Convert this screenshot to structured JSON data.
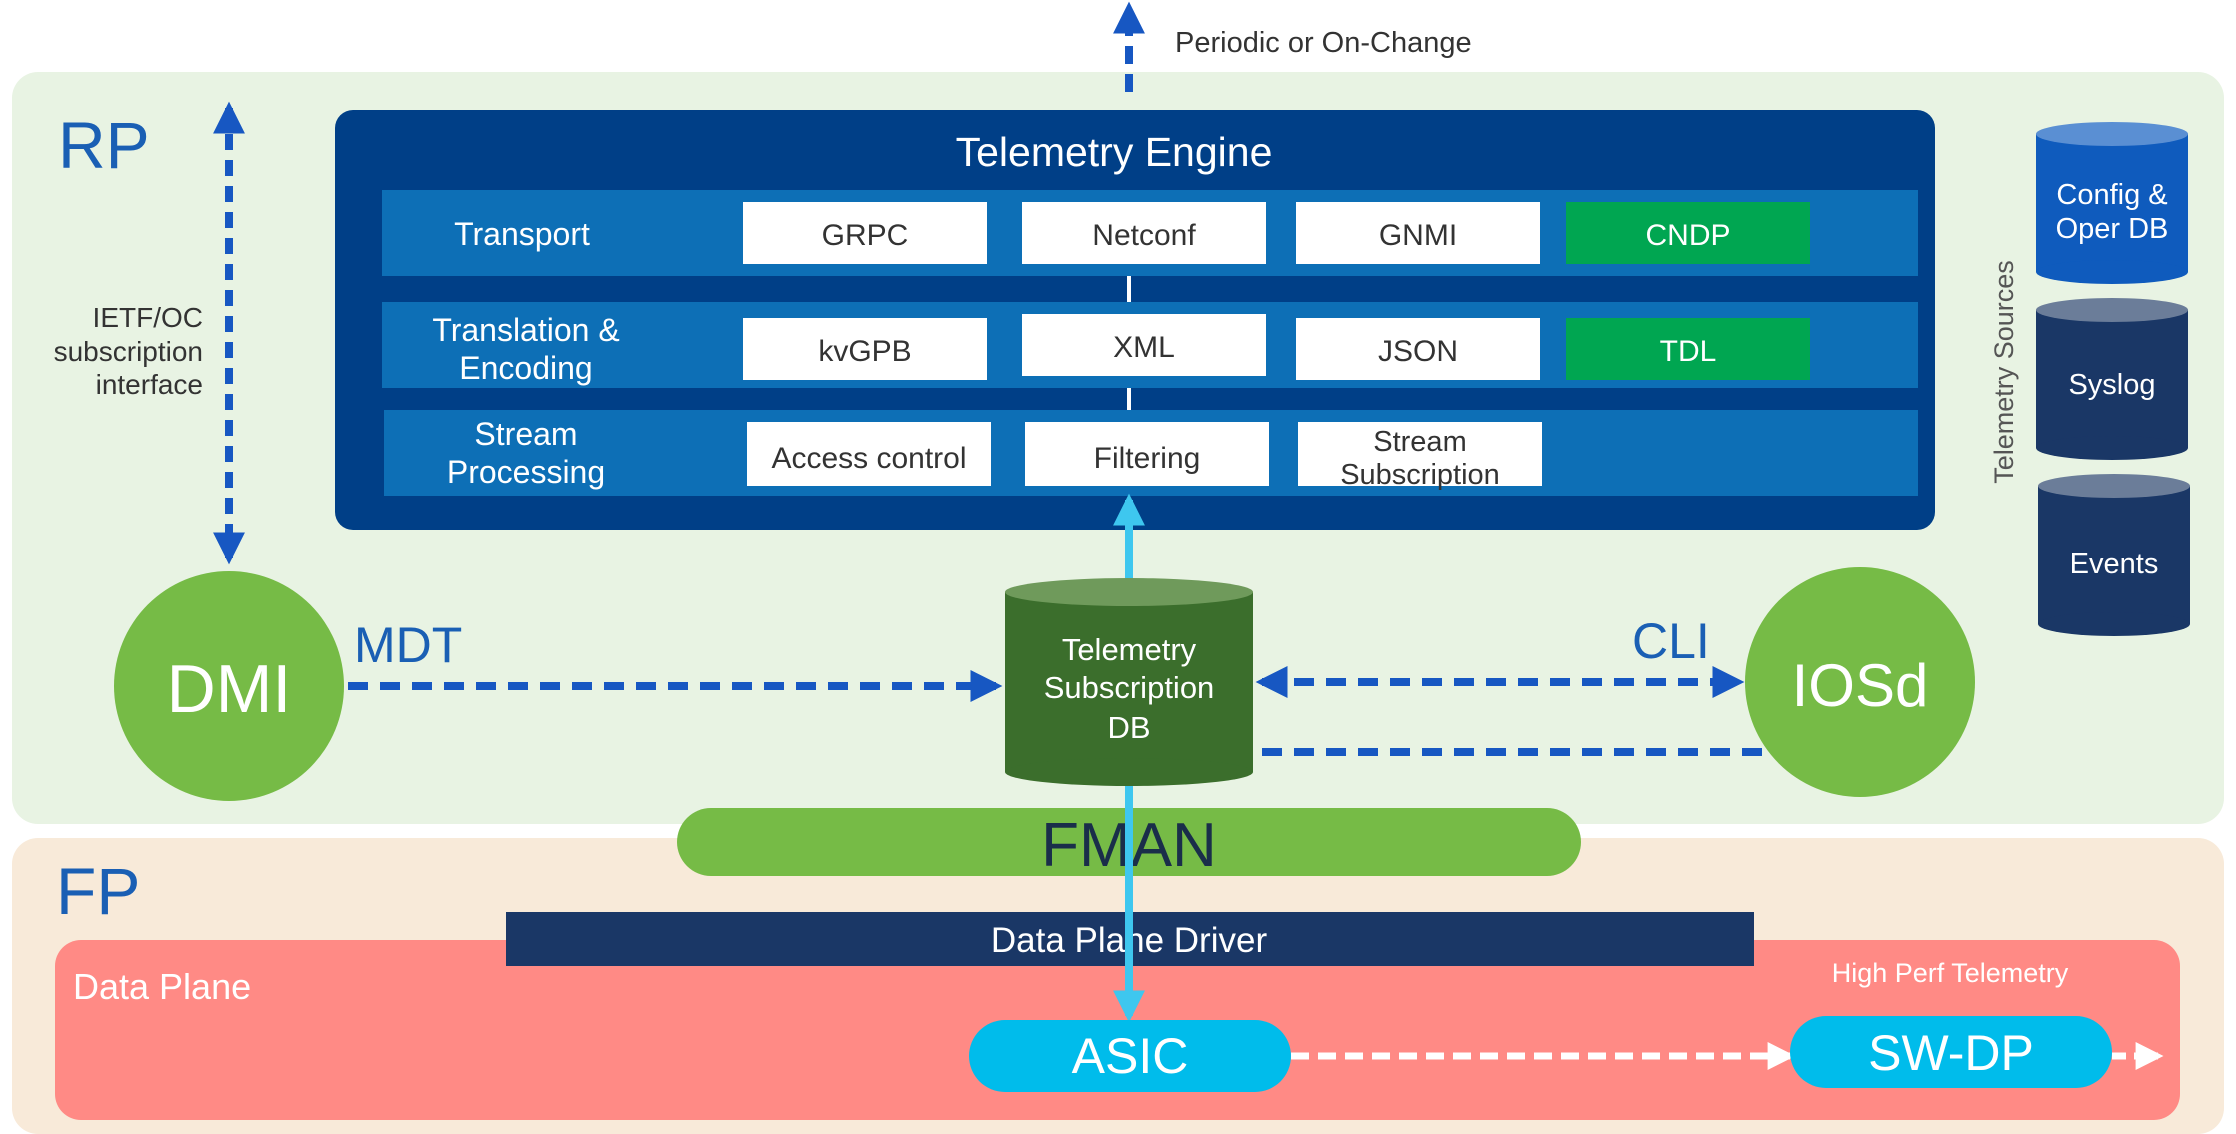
{
  "top_label": "Periodic or On-Change",
  "rp": {
    "label": "RP",
    "subscription_interface": [
      "IETF/OC",
      "subscription",
      "interface"
    ],
    "mdt_label": "MDT",
    "cli_label": "CLI",
    "dmi_label": "DMI",
    "iosd_label": "IOSd",
    "subscription_db": [
      "Telemetry",
      "Subscription",
      "DB"
    ]
  },
  "engine": {
    "title": "Telemetry Engine",
    "rows": [
      {
        "label": [
          "Transport"
        ],
        "items": [
          "GRPC",
          "Netconf",
          "GNMI",
          "CNDP"
        ]
      },
      {
        "label": [
          "Translation &",
          "Encoding"
        ],
        "items": [
          "kvGPB",
          "XML",
          "JSON",
          "TDL"
        ]
      },
      {
        "label": [
          "Stream",
          "Processing"
        ],
        "items": [
          "Access control",
          "Filtering",
          "Stream Subscription"
        ]
      }
    ]
  },
  "sources": {
    "label": "Telemetry Sources",
    "items": [
      [
        "Config &",
        "Oper DB"
      ],
      [
        "Syslog"
      ],
      [
        "Events"
      ]
    ]
  },
  "fman_label": "FMAN",
  "fp": {
    "label": "FP",
    "data_plane_driver": "Data Plane Driver",
    "data_plane": "Data Plane",
    "high_perf": "High Perf Telemetry",
    "asic": "ASIC",
    "swdp": "SW-DP"
  },
  "colors": {
    "rp_bg": "#e8f3e3",
    "fp_bg": "#f8ead9",
    "engine_bg": "#003f87",
    "row_bg": "#0d6fb6",
    "new_item": "#00a651",
    "green": "#76bb46",
    "db_green": "#3b6e2c",
    "data_plane": "#ff8a85",
    "cyan": "#00bceb",
    "driver": "#1a3766",
    "arrow_blue": "#1757c2",
    "text_blue": "#1a5fb4"
  }
}
